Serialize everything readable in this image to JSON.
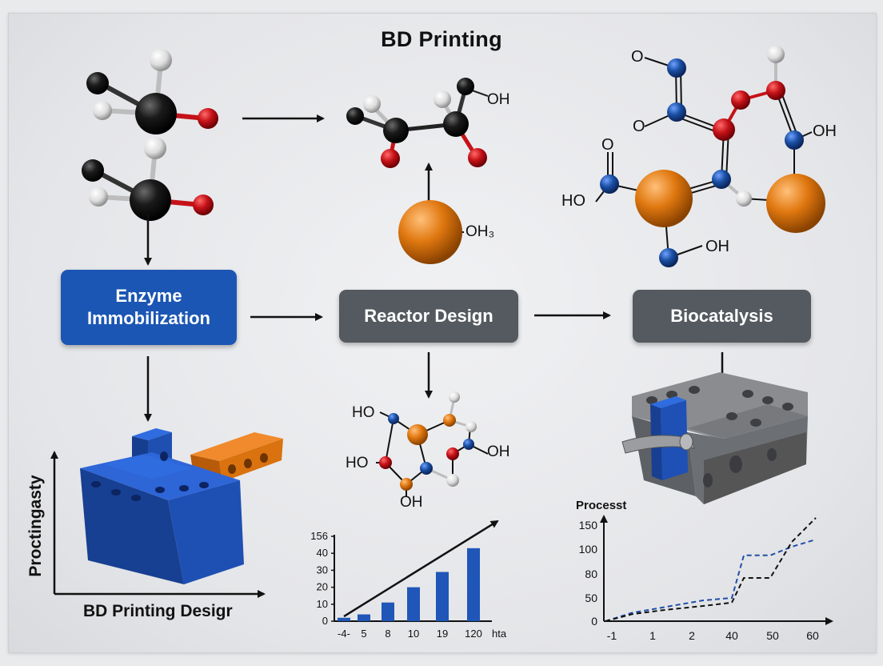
{
  "title": "BD Printing",
  "colors": {
    "enzyme_box": "#1b56b4",
    "reactor_box": "#555a60",
    "bio_box": "#555a60",
    "atom_black": "#141414",
    "atom_red": "#c51218",
    "atom_blue": "#1a4fa3",
    "atom_orange": "#e07810",
    "atom_white": "#e6e6e6"
  },
  "stages": {
    "enzyme": "Enzyme Immobilization",
    "reactor": "Reactor Design",
    "biocatalysis": "Biocatalysis"
  },
  "chem_labels": {
    "top_oh": "OH",
    "sphere_oh": "OH₃",
    "ring_o1": "O",
    "ring_o2": "O",
    "ring_o3": "O",
    "ring_oh": "OH",
    "ring_ho": "HO",
    "ring_oh2": "OH",
    "mid_ho1": "HO",
    "mid_oh1": "OH",
    "mid_ho2": "HO",
    "mid_oh2": "OH"
  },
  "icons": [
    "molecule-icon",
    "arrow-icon",
    "blue-block-icon",
    "orange-block-icon",
    "gray-reactor-block-icon"
  ],
  "chart_left": {
    "type": "other",
    "ylabel": "Proctingasty",
    "xlabel": "BD Printing Desigr"
  },
  "chart_data": [
    {
      "type": "bar",
      "categories": [
        "-4-",
        "5",
        "8",
        "10",
        "19",
        "120"
      ],
      "values": [
        2,
        4,
        11,
        20,
        29,
        43
      ],
      "y_ticks": [
        "0",
        "10",
        "20",
        "30",
        "40",
        "156"
      ],
      "x_unit_label": "hta",
      "ylim": [
        0,
        50
      ]
    },
    {
      "type": "line",
      "title": "Processt",
      "x_ticks": [
        "-1",
        "1",
        "2",
        "40",
        "50",
        "60"
      ],
      "y_ticks": [
        "0",
        "50",
        "80",
        "100",
        "150"
      ],
      "series": [
        {
          "style": "dashed",
          "color": "#1f4ea6",
          "values": [
            0,
            18,
            30,
            45,
            50,
            95,
            95,
            105,
            120
          ]
        },
        {
          "style": "dashed",
          "color": "#111111",
          "values": [
            0,
            15,
            24,
            33,
            40,
            75,
            75,
            115,
            165
          ]
        }
      ]
    }
  ]
}
